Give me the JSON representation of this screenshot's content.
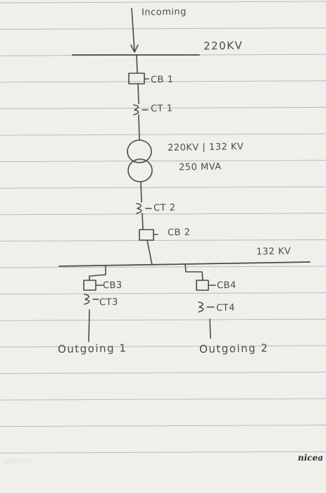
{
  "labels": {
    "incoming": "Incoming",
    "busbar_220": "220KV",
    "cb1": "CB 1",
    "ct1": "CT 1",
    "transformer_ratio": "220KV | 132 KV",
    "transformer_rating": "250 MVA",
    "ct2": "CT 2",
    "cb2": "CB 2",
    "busbar_132": "132 KV",
    "cb3": "CB3",
    "ct3": "CT3",
    "cb4": "CB4",
    "ct4": "CT4",
    "outgoing1": "Outgoing 1",
    "outgoing2": "Outgoing 2"
  },
  "watermark": {
    "brand": "nicea",
    "faded": "ophoto"
  },
  "colors": {
    "paper": "#f1efec",
    "rule": "#b9b9c2",
    "ink": "#4a4a4a"
  }
}
